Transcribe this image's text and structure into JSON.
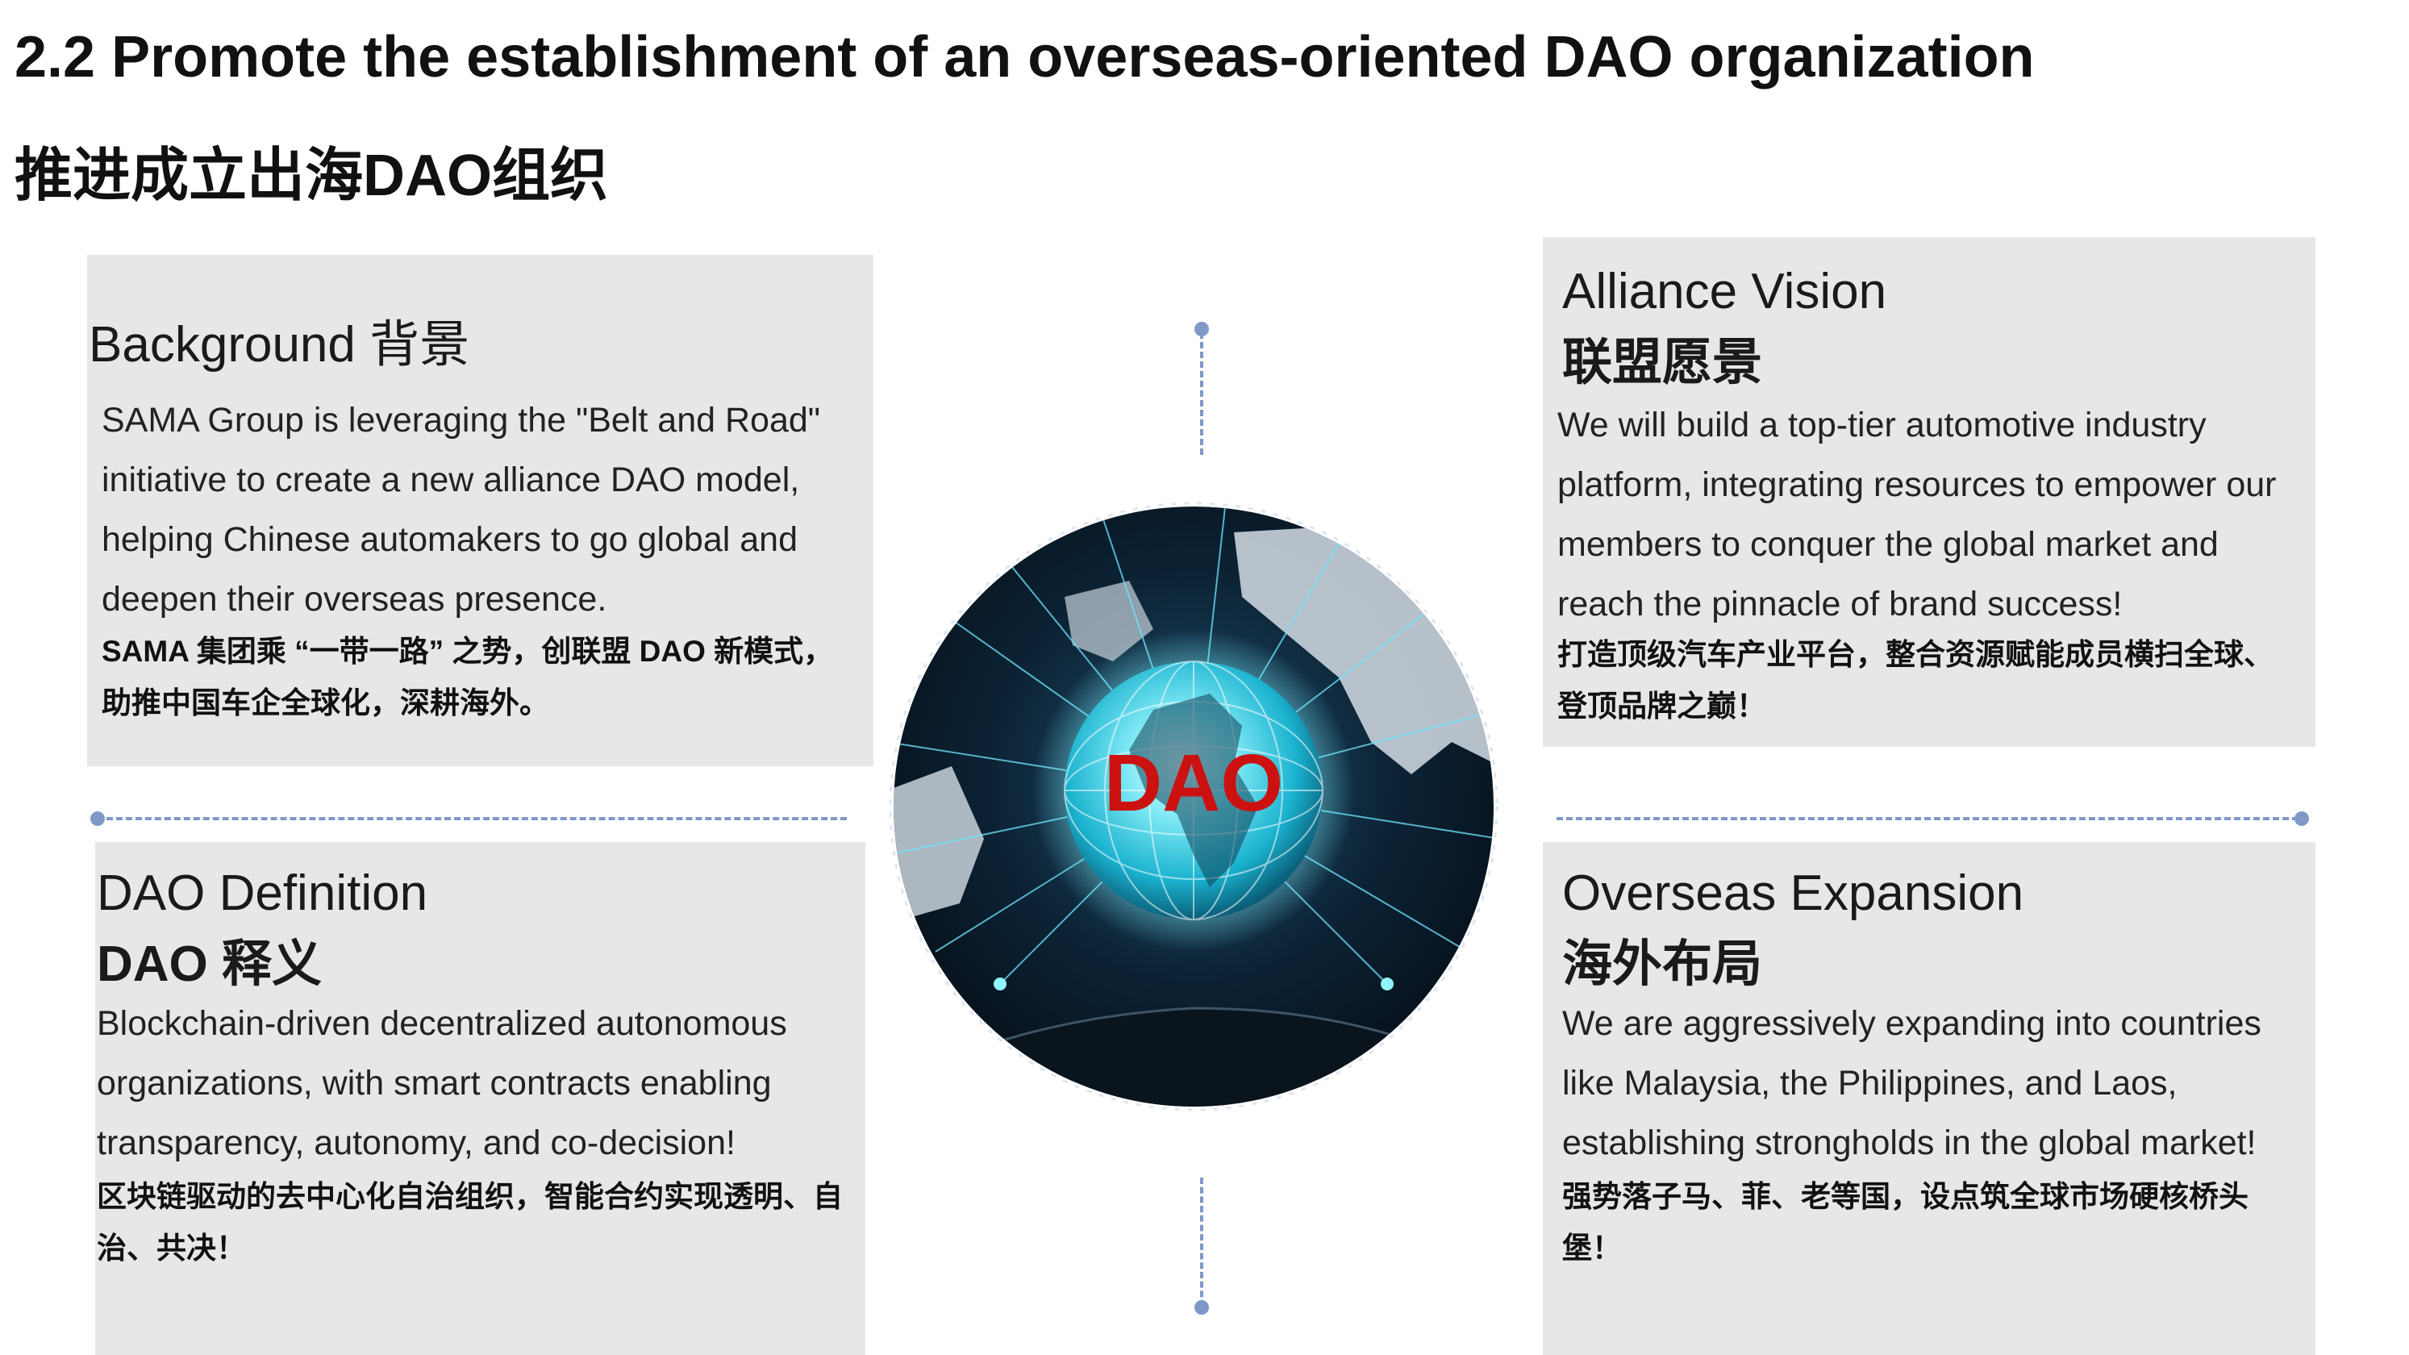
{
  "header": {
    "title_en": "2.2  Promote the establishment of  an overseas-oriented DAO organization",
    "title_zh": "推进成立出海DAO组织"
  },
  "cards": {
    "background": {
      "heading": "Background 背景",
      "body_en": "SAMA Group is leveraging the \"Belt and Road\" initiative to create a new alliance DAO model, helping Chinese automakers to go global and deepen their overseas presence.",
      "body_zh": "SAMA 集团乘 “一带一路” 之势，创联盟 DAO 新模式，助推中国车企全球化，深耕海外。"
    },
    "vision": {
      "heading_en": "Alliance Vision",
      "heading_zh": "联盟愿景",
      "body_en": "We will build a top-tier automotive industry platform, integrating resources to empower our members to conquer the global market and reach the pinnacle of brand success!",
      "body_zh": "打造顶级汽车产业平台，整合资源赋能成员横扫全球、登顶品牌之巅！"
    },
    "definition": {
      "heading_en": "DAO Definition",
      "heading_zh": "DAO 释义",
      "body_en": "Blockchain-driven decentralized autonomous organizations, with smart contracts enabling transparency, autonomy, and co-decision!",
      "body_zh": "区块链驱动的去中心化自治组织，智能合约实现透明、自治、共决！"
    },
    "expansion": {
      "heading_en": "Overseas Expansion",
      "heading_zh": "海外布局",
      "body_en": "We are aggressively expanding into countries like Malaysia, the Philippines, and Laos, establishing strongholds in the global market!",
      "body_zh": "强势落子马、菲、老等国，设点筑全球市场硬核桥头堡！"
    }
  },
  "center": {
    "label": "DAO",
    "label_color": "#cc1111"
  },
  "colors": {
    "card_bg": "#e7e7e7",
    "connector": "#7f98c8"
  },
  "icons": [
    "globe-icon",
    "car-silhouette-icon"
  ]
}
